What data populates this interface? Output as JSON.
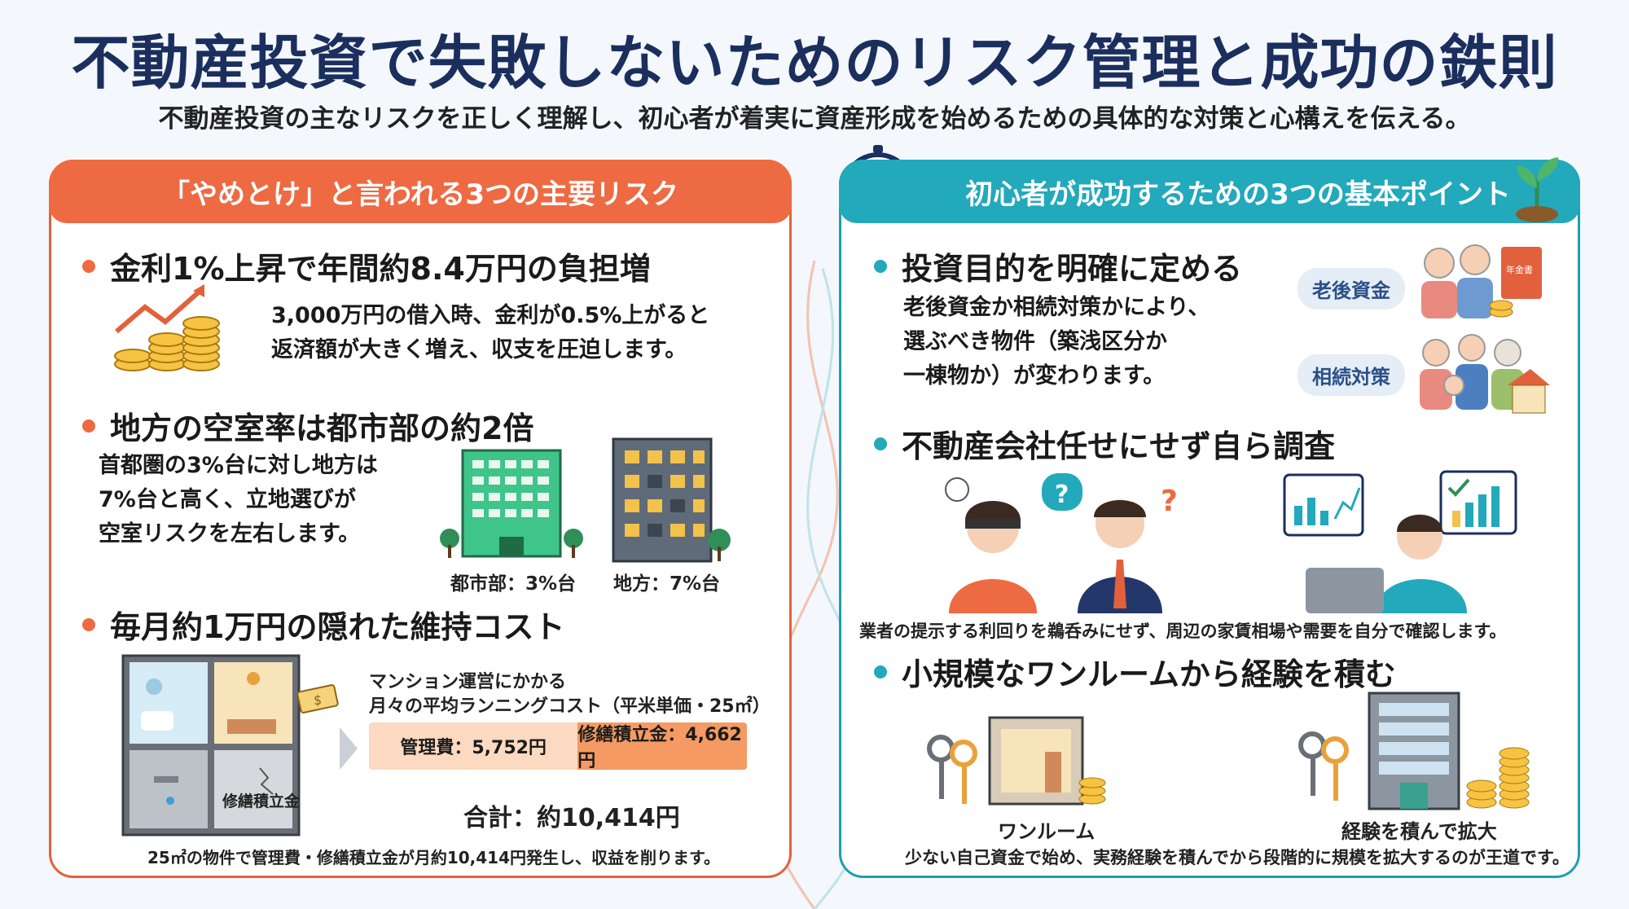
{
  "header": {
    "title": "不動産投資で失敗しないためのリスク管理と成功の鉄則",
    "subtitle": "不動産投資の主なリスクを正しく理解し、初心者が着実に資産形成を始めるための具体的な対策と心構えを伝える。"
  },
  "left": {
    "heading": "「やめとけ」と言われる3つの主要リスク",
    "risk1": {
      "title": "金利1%上昇で年間約8.4万円の負担増",
      "lines": [
        "3,000万円の借入時、金利が0.5%上がると",
        "返済額が大きく増え、収支を圧迫します。"
      ]
    },
    "risk2": {
      "title": "地方の空室率は都市部の約2倍",
      "lines": [
        "首都圏の3%台に対し地方は",
        "7%台と高く、立地選びが",
        "空室リスクを左右します。"
      ],
      "urban_caption": "都市部：3%台",
      "rural_caption": "地方：7%台"
    },
    "risk3": {
      "title": "毎月約1万円の隠れた維持コスト",
      "repair_label": "修繕積立金",
      "chart_title_1": "マンション運営にかかる",
      "chart_title_2": "月々の平均ランニングコスト（平米単価・25㎡）",
      "management_fee": "管理費：5,752円",
      "repair_fund": "修繕積立金：4,662円",
      "management_value": 5752,
      "repair_value": 4662,
      "total": "合計：約10,414円",
      "note": "25㎡の物件で管理費・修繕積立金が月約10,414円発生し、収益を削ります。"
    }
  },
  "right": {
    "heading": "初心者が成功するための3つの基本ポイント",
    "point1": {
      "title": "投資目的を明確に定める",
      "lines": [
        "老後資金か相続対策かにより、",
        "選ぶべき物件（築浅区分か",
        "一棟物か）が変わります。"
      ],
      "tag1": "老後資金",
      "tag2": "相続対策",
      "book_label": "年金書"
    },
    "point2": {
      "title": "不動産会社任せにせず自ら調査",
      "note": "業者の提示する利回りを鵜呑みにせず、周辺の家賃相場や需要を自分で確認します。"
    },
    "point3": {
      "title": "小規模なワンルームから経験を積む",
      "caption1": "ワンルーム",
      "caption2": "経験を積んで拡大",
      "note": "少ない自己資金で始め、実務経験を積んでから段階的に規模を拡大するのが王道です。"
    }
  },
  "colors": {
    "navy": "#1b2f5e",
    "orange": "#ee6a42",
    "teal": "#22a9bb",
    "light_orange": "#fcd9c1",
    "mid_orange": "#f59a62"
  }
}
